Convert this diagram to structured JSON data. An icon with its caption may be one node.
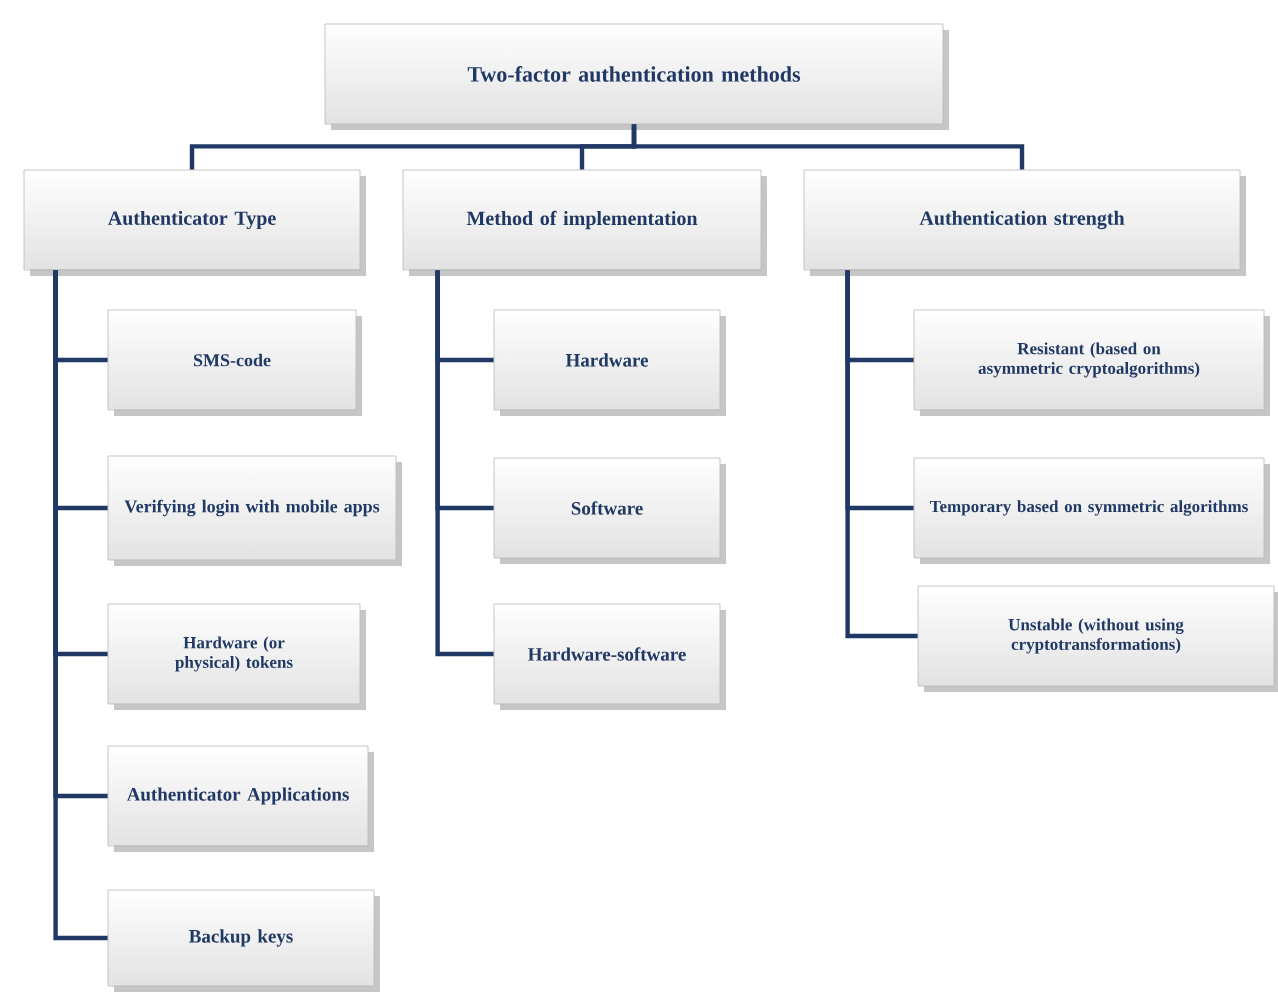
{
  "diagram": {
    "nodes": [
      {
        "text": [
          "Two-factor authentication methods"
        ]
      },
      {
        "text": [
          "Authenticator Type"
        ]
      },
      {
        "text": [
          "Method of implementation"
        ]
      },
      {
        "text": [
          "Authentication strength"
        ]
      },
      {
        "text": [
          "SMS-code"
        ]
      },
      {
        "text": [
          "Verifying login with mobile apps"
        ]
      },
      {
        "text": [
          "Hardware (or physical) tokens"
        ]
      },
      {
        "text": [
          "Authenticator Applications"
        ]
      },
      {
        "text": [
          "Backup keys"
        ]
      },
      {
        "text": [
          "Hardware"
        ]
      },
      {
        "text": [
          "Software"
        ]
      },
      {
        "text": [
          "Hardware-software"
        ]
      },
      {
        "text": [
          "Resistant (based on asymmetric cryptoalgorithms)"
        ]
      },
      {
        "text": [
          "Temporary based on symmetric algorithms"
        ]
      },
      {
        "text": [
          "Unstable (without using cryptotransformations)"
        ]
      }
    ],
    "edges": [
      {
        "from": 0,
        "to": 1,
        "arrow": "none"
      },
      {
        "from": 0,
        "to": 2,
        "arrow": "none"
      },
      {
        "from": 0,
        "to": 3,
        "arrow": "none"
      },
      {
        "from": 1,
        "to": 4,
        "arrow": "none"
      },
      {
        "from": 1,
        "to": 5,
        "arrow": "none"
      },
      {
        "from": 1,
        "to": 6,
        "arrow": "none"
      },
      {
        "from": 1,
        "to": 7,
        "arrow": "none"
      },
      {
        "from": 1,
        "to": 8,
        "arrow": "none"
      },
      {
        "from": 2,
        "to": 9,
        "arrow": "none"
      },
      {
        "from": 2,
        "to": 10,
        "arrow": "none"
      },
      {
        "from": 2,
        "to": 11,
        "arrow": "none"
      },
      {
        "from": 3,
        "to": 12,
        "arrow": "none"
      },
      {
        "from": 3,
        "to": 13,
        "arrow": "none"
      },
      {
        "from": 3,
        "to": 14,
        "arrow": "none"
      }
    ]
  }
}
